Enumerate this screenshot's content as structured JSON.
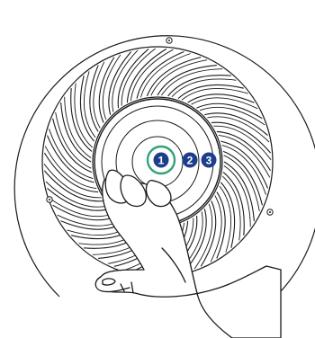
{
  "diagram": {
    "markers": [
      {
        "label": "1",
        "highlighted": true
      },
      {
        "label": "2",
        "highlighted": false
      },
      {
        "label": "3",
        "highlighted": false
      }
    ],
    "colors": {
      "line": "#1a1a1a",
      "marker_fill": "#1b3f8b",
      "highlight_ring": "#2fa37a",
      "background": "#ffffff"
    },
    "icons": {
      "hand": "hand-pressing-icon",
      "fan": "fan-vane-icon",
      "screw": "screw-icon"
    }
  }
}
